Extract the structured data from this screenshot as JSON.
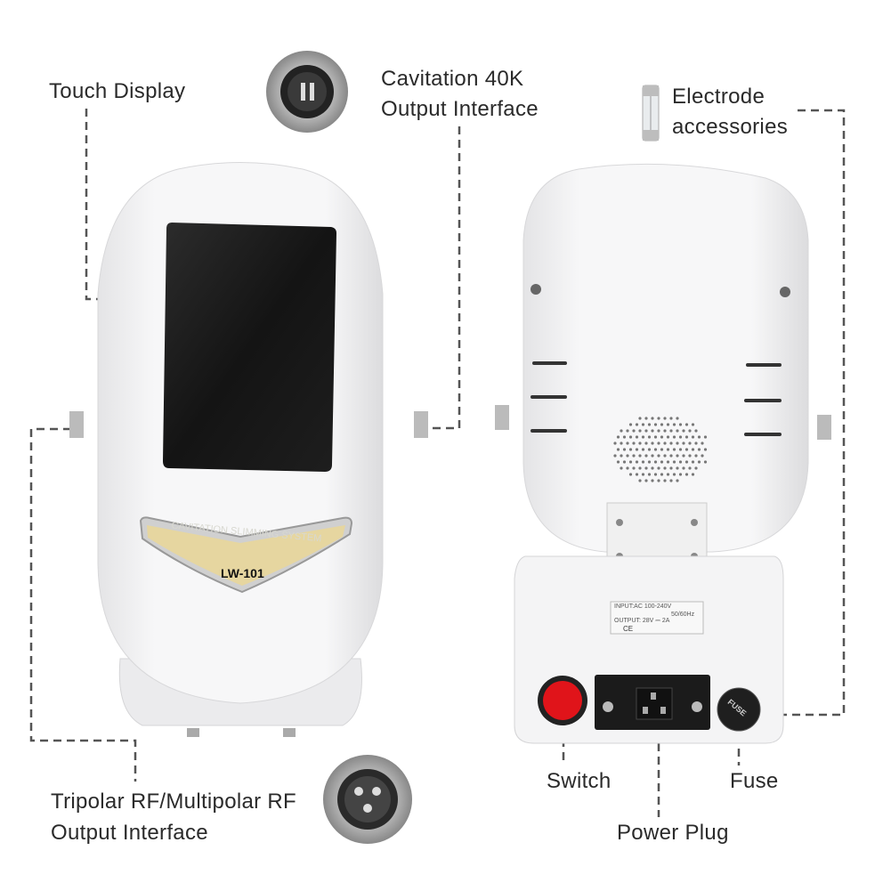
{
  "labels": {
    "touch_display": "Touch Display",
    "cavitation_line1": "Cavitation 40K",
    "cavitation_line2": "Output Interface",
    "electrode_line1": "Electrode",
    "electrode_line2": "accessories",
    "tripolar_line1": "Tripolar RF/Multipolar RF",
    "tripolar_line2": "Output Interface",
    "switch": "Switch",
    "power_plug": "Power Plug",
    "fuse": "Fuse"
  },
  "device": {
    "badge_text": "CAVITATION SLIMMING SYSTEM",
    "model": "LW-101",
    "rating_line1": "INPUT:AC 100-240V",
    "rating_line2": "50/60Hz",
    "rating_line3": "OUTPUT: 28V ⎓ 2A",
    "ce_mark": "CE",
    "fuse_cap_text": "FUSE"
  },
  "colors": {
    "line": "#555555",
    "switch_red": "#e0141a",
    "badge_gold": "#e6d6a0"
  }
}
